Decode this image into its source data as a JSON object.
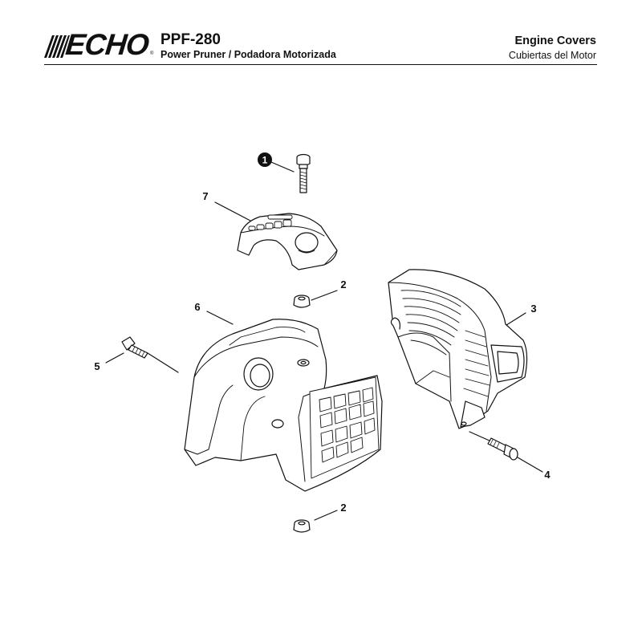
{
  "header": {
    "brand": "ECHO",
    "model": "PPF-280",
    "subtitle": "Power Pruner / Podadora Motorizada",
    "section_title": "Engine Covers",
    "section_title_es": "Cubiertas del Motor"
  },
  "callouts": {
    "c1": "1",
    "c2a": "2",
    "c2b": "2",
    "c3": "3",
    "c4": "4",
    "c5": "5",
    "c6": "6",
    "c7": "7"
  },
  "colors": {
    "ink": "#111111",
    "part_fill": "#ffffff",
    "accent_red": "#d0021b"
  }
}
